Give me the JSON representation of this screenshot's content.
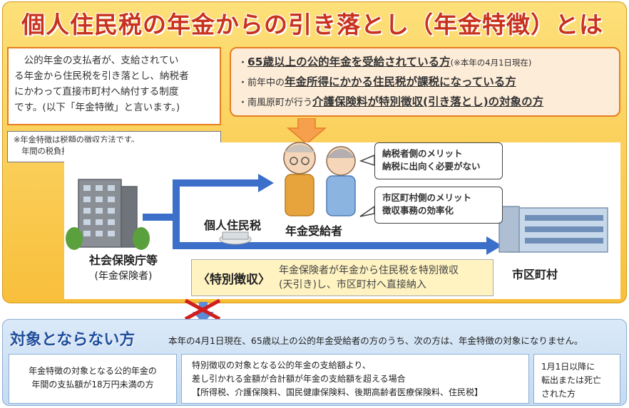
{
  "title": "個人住民税の年金からの引き落とし（年金特徴）とは",
  "definition": {
    "lines": [
      "　公的年金の支払者が、支給されてい",
      "る年金から住民税を引き落とし、納税者",
      "にかわって直接市町村へ納付する制度",
      "です。(以下「年金特徴」と言います。)"
    ]
  },
  "note": {
    "line1": "※年金特徴は税額の徴収方法です。",
    "line2": "　年間の税負担額が変わるものではありません。"
  },
  "conditions": {
    "c1_emph": "65歳以上の公的年金を受給されている方",
    "c1_small": "(※本年の4月1日現在)",
    "c2_prefix": "・前年中の",
    "c2_emph": "年金所得にかかる住民税が課税になっている方",
    "c3_prefix": "・南風原町が行う",
    "c3_emph": "介護保険料が特別徴収(引き落とし)の対象の方",
    "bullet": "・"
  },
  "diagram": {
    "bubble_taxpayer_line1": "納税者側のメリット",
    "bubble_taxpayer_line2": "納税に出向く必要がない",
    "bubble_city_line1": "市区町村側のメリット",
    "bubble_city_line2": "徴収事務の効率化",
    "agency": "社会保険庁等",
    "agency_sub": "(年金保険者)",
    "tax": "個人住民税",
    "recipient": "年金受給者",
    "city": "市区町村",
    "special_label": "〈特別徴収〉",
    "special_desc_line1": "年金保険者が年金から住民税を特別徴収",
    "special_desc_line2": "(天引き)し、市区町村へ直接納入"
  },
  "not_applicable": {
    "title": "対象とならない方",
    "desc": "本年の4月1日現在、65歳以上の公的年金受給者の方のうち、次の方は、年金特徴の対象になりません。",
    "ex1_line1": "年金特徴の対象となる公的年金の",
    "ex1_line2": "年間の支払額が18万円未満の方",
    "ex2_line1": "特別徴収の対象となる公的年金の支給額より、",
    "ex2_line2": "差し引かれる金額が合計額が年金の支給額を超える場合",
    "ex2_line3": "【所得税、介護保険料、国民健康保険料、後期高齢者医療保険料、住民税】",
    "ex3_line1": "1月1日以降に",
    "ex3_line2": "転出または死亡",
    "ex3_line3": "された方"
  },
  "colors": {
    "title": "#c8321e",
    "orange_border": "#e67e22",
    "arrow_blue": "#3b6fc9",
    "bottom_title": "#1f4e9c"
  }
}
